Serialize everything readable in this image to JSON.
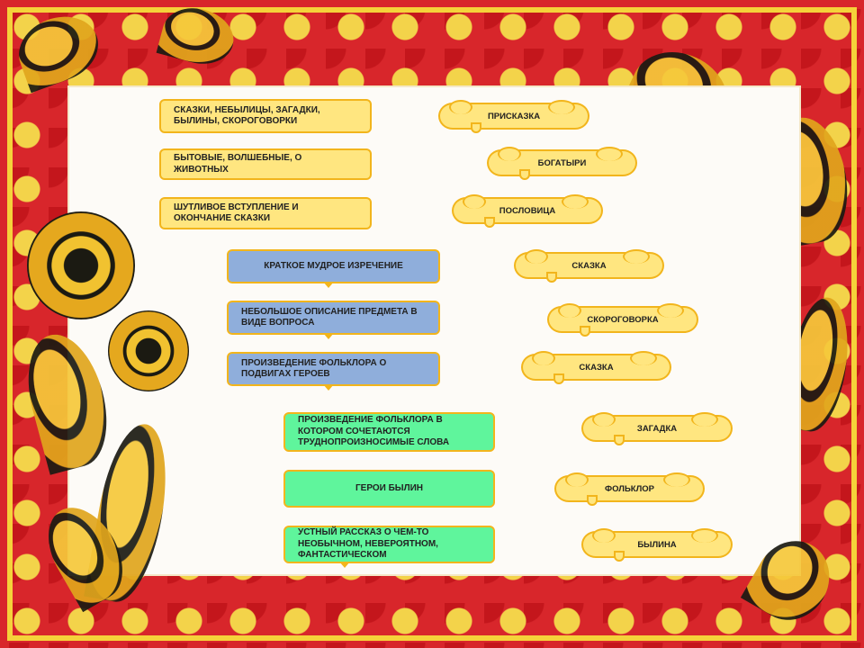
{
  "left_boxes": [
    {
      "text": "СКАЗКИ, НЕБЫЛИЦЫ, ЗАГАДКИ, БЫЛИНЫ, СКОРОГОВОРКИ",
      "color": "#ffe680"
    },
    {
      "text": "БЫТОВЫЕ, ВОЛШЕБНЫЕ, О ЖИВОТНЫХ",
      "color": "#ffe680"
    },
    {
      "text": "ШУТЛИВОЕ ВСТУПЛЕНИЕ И ОКОНЧАНИЕ СКАЗКИ",
      "color": "#ffe680"
    },
    {
      "text": "КРАТКОЕ МУДРОЕ ИЗРЕЧЕНИЕ",
      "color": "#8faedb"
    },
    {
      "text": "НЕБОЛЬШОЕ ОПИСАНИЕ ПРЕДМЕТА В ВИДЕ ВОПРОСА",
      "color": "#8faedb"
    },
    {
      "text": "ПРОИЗВЕДЕНИЕ ФОЛЬКЛОРА О ПОДВИГАХ ГЕРОЕВ",
      "color": "#8faedb"
    },
    {
      "text": "ПРОИЗВЕДЕНИЕ ФОЛЬКЛОРА В КОТОРОМ СОЧЕТАЮТСЯ ТРУДНОПРОИЗНОСИМЫЕ СЛОВА",
      "color": "#5ff59c"
    },
    {
      "text": "ГЕРОИ БЫЛИН",
      "color": "#5ff59c"
    },
    {
      "text": "УСТНЫЙ РАССКАЗ О ЧЕМ-ТО НЕОБЫЧНОМ, НЕВЕРОЯТНОМ, ФАНТАСТИЧЕСКОМ",
      "color": "#5ff59c"
    }
  ],
  "right_clouds": [
    {
      "text": "ПРИСКАЗКА"
    },
    {
      "text": "БОГАТЫРИ"
    },
    {
      "text": "ПОСЛОВИЦА"
    },
    {
      "text": "СКАЗКА"
    },
    {
      "text": "СКОРОГОВОРКА"
    },
    {
      "text": "СКАЗКА"
    },
    {
      "text": "ЗАГАДКА"
    },
    {
      "text": "ФОЛЬКЛОР"
    },
    {
      "text": "БЫЛИНА"
    }
  ],
  "colors": {
    "frame_red": "#d8262b",
    "frame_gold": "#f5d23a",
    "panel": "#fdfbf7",
    "accent_border": "#f2b51c"
  }
}
